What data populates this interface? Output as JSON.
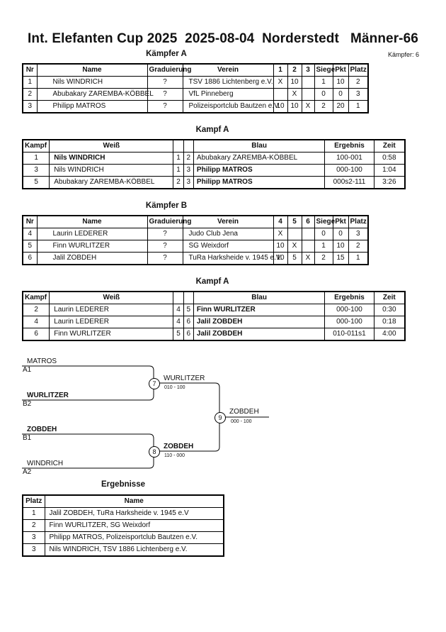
{
  "header": {
    "title": "Int. Elefanten Cup 2025  2025-08-04  Norderstedt   Männer-66"
  },
  "pool_a": {
    "title": "Kämpfer A",
    "count": "Kämpfer: 6",
    "headers": [
      "Nr",
      "Name",
      "Graduierung",
      "Verein",
      "1",
      "2",
      "3",
      "Siege",
      "Pkt",
      "Platz"
    ],
    "rows": [
      [
        "1",
        "Nils WINDRICH",
        "?",
        "TSV 1886 Lichtenberg e.V.",
        "X",
        "10",
        "",
        "1",
        "10",
        "2"
      ],
      [
        "2",
        "Abubakary ZAREMBA-KÖBBEL",
        "?",
        "VfL Pinneberg",
        "",
        "X",
        "",
        "0",
        "0",
        "3"
      ],
      [
        "3",
        "Philipp MATROS",
        "?",
        "Polizeisportclub Bautzen e.V.",
        "10",
        "10",
        "X",
        "2",
        "20",
        "1"
      ]
    ]
  },
  "fights_a": {
    "title": "Kampf A",
    "headers": [
      "Kampf",
      "Weiß",
      "",
      "",
      "Blau",
      "Ergebnis",
      "Zeit"
    ],
    "rows": [
      [
        "1",
        "Nils WINDRICH",
        "1",
        "2",
        "Abubakary ZAREMBA-KÖBBEL",
        "100-001",
        "0:58"
      ],
      [
        "3",
        "Nils WINDRICH",
        "1",
        "3",
        "Philipp MATROS",
        "000-100",
        "1:04"
      ],
      [
        "5",
        "Abubakary ZAREMBA-KÖBBEL",
        "2",
        "3",
        "Philipp MATROS",
        "000s2-111",
        "3:26"
      ]
    ],
    "winner_side": [
      "w",
      "b",
      "b"
    ]
  },
  "pool_b": {
    "title": "Kämpfer B",
    "headers": [
      "Nr",
      "Name",
      "Graduierung",
      "Verein",
      "4",
      "5",
      "6",
      "Siege",
      "Pkt",
      "Platz"
    ],
    "rows": [
      [
        "4",
        "Laurin LEDERER",
        "?",
        "Judo Club Jena",
        "X",
        "",
        "",
        "0",
        "0",
        "3"
      ],
      [
        "5",
        "Finn WURLITZER",
        "?",
        "SG Weixdorf",
        "10",
        "X",
        "",
        "1",
        "10",
        "2"
      ],
      [
        "6",
        "Jalil ZOBDEH",
        "?",
        "TuRa Harksheide v. 1945 e.V.",
        "10",
        "5",
        "X",
        "2",
        "15",
        "1"
      ]
    ]
  },
  "fights_b": {
    "title": "Kampf A",
    "headers": [
      "Kampf",
      "Weiß",
      "",
      "",
      "Blau",
      "Ergebnis",
      "Zeit"
    ],
    "rows": [
      [
        "2",
        "Laurin LEDERER",
        "4",
        "5",
        "Finn WURLITZER",
        "000-100",
        "0:30"
      ],
      [
        "4",
        "Laurin LEDERER",
        "4",
        "6",
        "Jalil ZOBDEH",
        "000-100",
        "0:18"
      ],
      [
        "6",
        "Finn WURLITZER",
        "5",
        "6",
        "Jalil ZOBDEH",
        "010-011s1",
        "4:00"
      ]
    ],
    "winner_side": [
      "b",
      "b",
      "b"
    ]
  },
  "bracket": {
    "a1_name": "MATROS",
    "a1_seed": "A1",
    "b2_name": "WURLITZER",
    "b2_seed": "B2",
    "b1_name": "ZOBDEH",
    "b1_seed": "B1",
    "a2_name": "WINDRICH",
    "a2_seed": "A2",
    "m7": "7",
    "m7_winner": "WURLITZER",
    "m7_score": "010 - 100",
    "m8": "8",
    "m8_winner": "ZOBDEH",
    "m8_score": "110 - 000",
    "m9": "9",
    "m9_winner": "ZOBDEH",
    "m9_score": "000 - 100"
  },
  "results": {
    "title": "Ergebnisse",
    "headers": [
      "Platz",
      "Name"
    ],
    "rows": [
      [
        "1",
        "Jalil ZOBDEH, TuRa Harksheide v. 1945 e.V"
      ],
      [
        "2",
        "Finn WURLITZER, SG Weixdorf"
      ],
      [
        "3",
        "Philipp MATROS, Polizeisportclub Bautzen e.V."
      ],
      [
        "3",
        "Nils WINDRICH, TSV 1886 Lichtenberg e.V."
      ]
    ]
  }
}
